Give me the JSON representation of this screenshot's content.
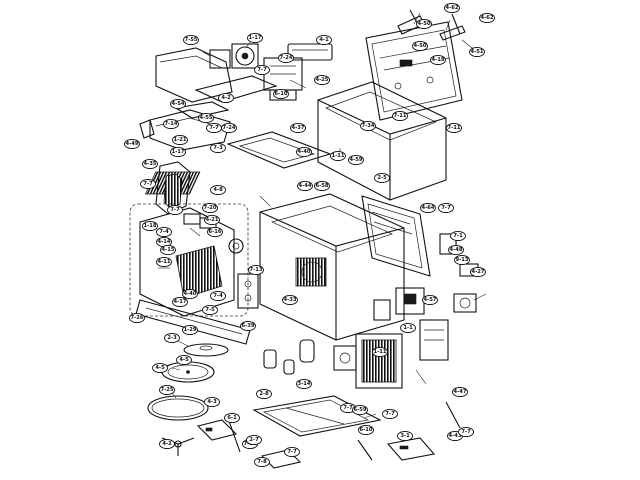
{
  "labels": [
    {
      "text": "4-62"
    },
    {
      "text": "4-62"
    },
    {
      "text": "4-50"
    },
    {
      "text": "4-51"
    },
    {
      "text": "4-50"
    },
    {
      "text": "4-18"
    },
    {
      "text": "4-1"
    },
    {
      "text": "7-55"
    },
    {
      "text": "1-17"
    },
    {
      "text": "7-7"
    },
    {
      "text": "7-24"
    },
    {
      "text": "4-25"
    },
    {
      "text": "6-10"
    },
    {
      "text": "4-2"
    },
    {
      "text": "4-54"
    },
    {
      "text": "4-55"
    },
    {
      "text": "7-14"
    },
    {
      "text": "7-7"
    },
    {
      "text": "7-24"
    },
    {
      "text": "4-37"
    },
    {
      "text": "7-34"
    },
    {
      "text": "7-11"
    },
    {
      "text": "7-11"
    },
    {
      "text": "1-21"
    },
    {
      "text": "7-3"
    },
    {
      "text": "4-40"
    },
    {
      "text": "4-44"
    },
    {
      "text": "2-5"
    },
    {
      "text": "4-59"
    },
    {
      "text": "4-35"
    },
    {
      "text": "1-11"
    },
    {
      "text": "1-17"
    },
    {
      "text": "4-49"
    },
    {
      "text": "7-7"
    },
    {
      "text": "4-8"
    },
    {
      "text": "4-64"
    },
    {
      "text": "7-7"
    },
    {
      "text": "6-58"
    },
    {
      "text": "1-18"
    },
    {
      "text": "7-7"
    },
    {
      "text": "7-20"
    },
    {
      "text": "4-21"
    },
    {
      "text": "6-16"
    },
    {
      "text": "7-4"
    },
    {
      "text": "4-14"
    },
    {
      "text": "4-15"
    },
    {
      "text": "4-11"
    },
    {
      "text": "7-1"
    },
    {
      "text": "9-13"
    },
    {
      "text": "4-27"
    },
    {
      "text": "7-13"
    },
    {
      "text": "4-40"
    },
    {
      "text": "4-17"
    },
    {
      "text": "7-5"
    },
    {
      "text": "7-4"
    },
    {
      "text": "4-33"
    },
    {
      "text": "1-29"
    },
    {
      "text": "6-39"
    },
    {
      "text": "7-26"
    },
    {
      "text": "2-3"
    },
    {
      "text": "4-5"
    },
    {
      "text": "4-5"
    },
    {
      "text": "7-25"
    },
    {
      "text": "4-3"
    },
    {
      "text": "6-1"
    },
    {
      "text": "4-2"
    },
    {
      "text": "7-10"
    },
    {
      "text": "7-8"
    },
    {
      "text": "2-7"
    },
    {
      "text": "7-7"
    },
    {
      "text": "2-8"
    },
    {
      "text": "3-14"
    },
    {
      "text": "7-7"
    },
    {
      "text": "6-59"
    },
    {
      "text": "6-10"
    },
    {
      "text": "7-7"
    },
    {
      "text": "3-1"
    },
    {
      "text": "4-43"
    },
    {
      "text": "7-7"
    },
    {
      "text": "4-47"
    },
    {
      "text": "1-11"
    },
    {
      "text": "1-1"
    },
    {
      "text": "4-57"
    },
    {
      "text": "4-48"
    }
  ]
}
